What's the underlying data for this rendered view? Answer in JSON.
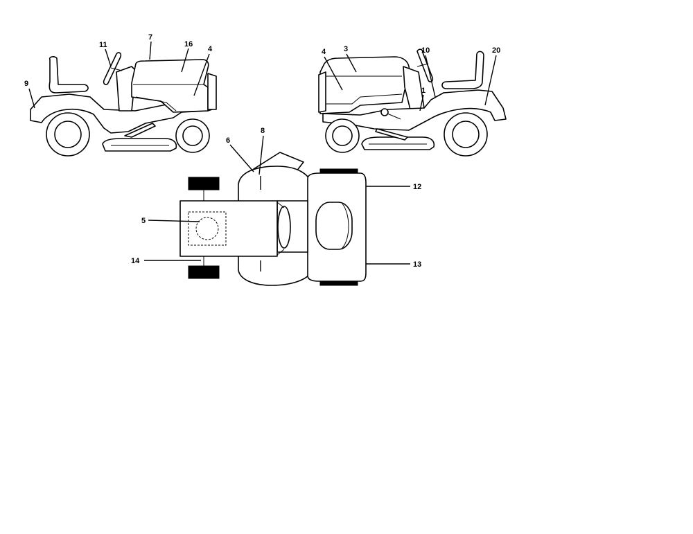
{
  "diagram": {
    "callouts": {
      "left_view": {
        "c9": "9",
        "c11": "11",
        "c7": "7",
        "c16": "16",
        "c4": "4"
      },
      "right_view": {
        "c4": "4",
        "c3": "3",
        "c10": "10",
        "c20": "20",
        "c1": "1"
      },
      "top_view": {
        "c6": "6",
        "c8": "8",
        "c12": "12",
        "c5": "5",
        "c14": "14",
        "c13": "13"
      }
    }
  }
}
